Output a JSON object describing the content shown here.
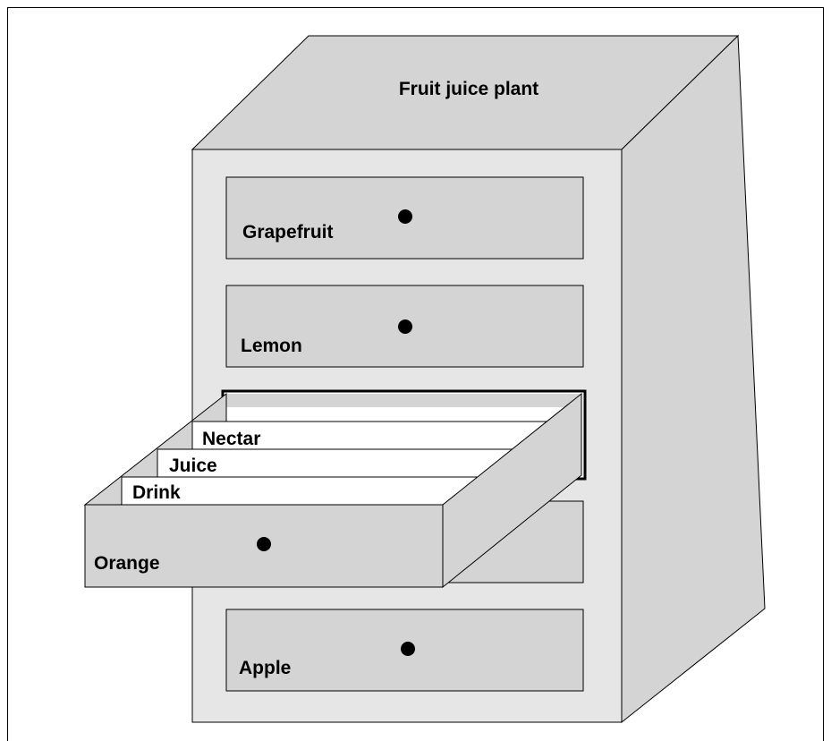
{
  "cabinet": {
    "title": "Fruit juice plant",
    "drawers": [
      {
        "label": "Grapefruit"
      },
      {
        "label": "Lemon"
      },
      {
        "label": "Orange"
      },
      {
        "label": "Apple"
      }
    ],
    "open_drawer": {
      "label": "Orange",
      "tabs": [
        {
          "label": "Nectar"
        },
        {
          "label": "Juice"
        },
        {
          "label": "Drink"
        }
      ]
    }
  },
  "colors": {
    "face": "#e6e6e6",
    "side": "#d4d4d4",
    "drawer": "#d4d4d4",
    "card": "#ffffff",
    "ink": "#000000"
  }
}
